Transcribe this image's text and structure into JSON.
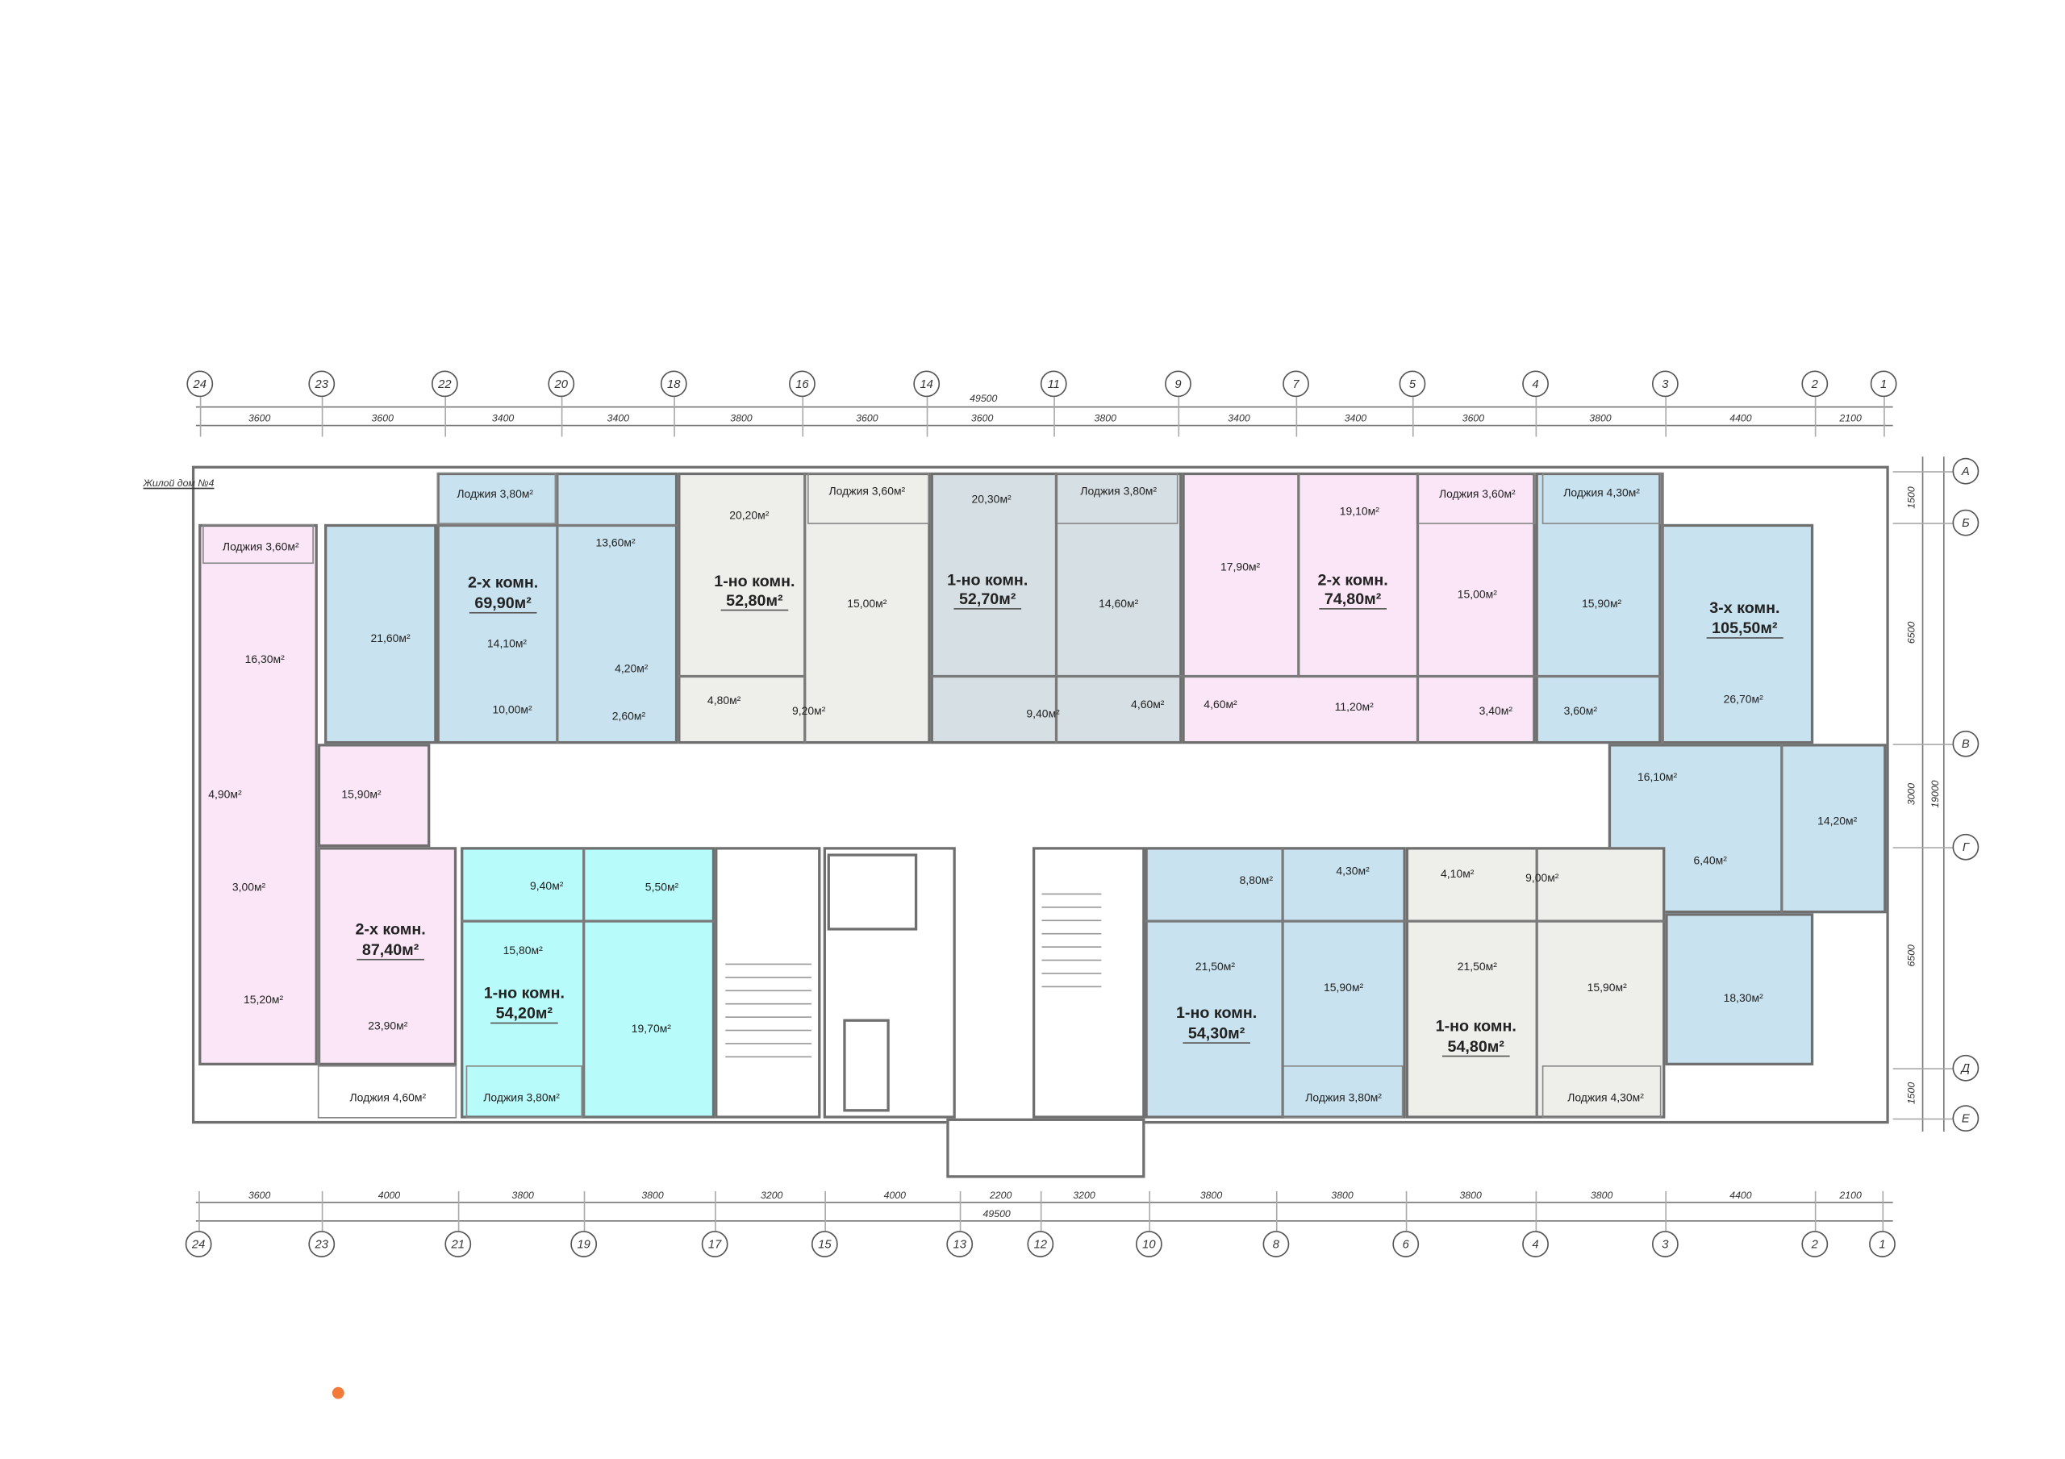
{
  "neighbor_label": "Жилой дом №4",
  "colors": {
    "pink": "#fbe6f8",
    "blue": "#c8e2ef",
    "cream": "#eeeeea",
    "gray": "#d6dfe3",
    "cyan": "#b8fbfb",
    "accent_dot": "#f47a3a"
  },
  "axes_top": [
    "24",
    "23",
    "22",
    "20",
    "18",
    "16",
    "14",
    "11",
    "9",
    "7",
    "5",
    "4",
    "3",
    "2",
    "1"
  ],
  "dims_top": [
    "3600",
    "3600",
    "3400",
    "3400",
    "3800",
    "3600",
    "3600",
    "3800",
    "3400",
    "3400",
    "3600",
    "3800",
    "4400",
    "2100"
  ],
  "total_top": "49500",
  "axes_bottom": [
    "24",
    "23",
    "21",
    "19",
    "17",
    "15",
    "13",
    "12",
    "10",
    "8",
    "6",
    "4",
    "3",
    "2",
    "1"
  ],
  "dims_bottom": [
    "3600",
    "4000",
    "3800",
    "3800",
    "3200",
    "4000",
    "2200",
    "3200",
    "3800",
    "3800",
    "3800",
    "3800",
    "4400",
    "2100"
  ],
  "total_bottom": "49500",
  "axes_right": [
    "А",
    "Б",
    "В",
    "Г",
    "Д",
    "Е"
  ],
  "dims_right": [
    "1500",
    "6500",
    "3000",
    "6500",
    "1500"
  ],
  "total_right": "19000",
  "apartments": [
    {
      "title": "2-х комн.",
      "area": "87,40м²",
      "rooms": [
        "16,30м²",
        "4,90м²",
        "15,90м²",
        "3,00м²",
        "15,20м²",
        "23,90м²"
      ],
      "loggias": [
        "Лоджия 3,60м²",
        "Лоджия 4,60м²"
      ]
    },
    {
      "title": "2-х комн.",
      "area": "69,90м²",
      "rooms": [
        "21,60м²",
        "14,10м²",
        "13,60м²",
        "4,20м²",
        "10,00м²",
        "2,60м²"
      ],
      "loggias": [
        "Лоджия 3,80м²"
      ]
    },
    {
      "title": "1-но комн.",
      "area": "52,80м²",
      "rooms": [
        "20,20м²",
        "15,00м²",
        "4,80м²",
        "9,20м²"
      ],
      "loggias": [
        "Лоджия 3,60м²"
      ]
    },
    {
      "title": "1-но комн.",
      "area": "52,70м²",
      "rooms": [
        "20,30м²",
        "14,60м²",
        "9,40м²",
        "4,60м²"
      ],
      "loggias": [
        "Лоджия 3,80м²"
      ]
    },
    {
      "title": "2-х комн.",
      "area": "74,80м²",
      "rooms": [
        "17,90м²",
        "19,10м²",
        "15,00м²",
        "4,60м²",
        "11,20м²",
        "3,40м²"
      ],
      "loggias": [
        "Лоджия 3,60м²"
      ]
    },
    {
      "title": "3-х комн.",
      "area": "105,50м²",
      "rooms": [
        "15,90м²",
        "3,60м²",
        "26,70м²",
        "16,10м²",
        "14,20м²",
        "6,40м²",
        "18,30м²"
      ],
      "loggias": [
        "Лоджия 4,30м²"
      ]
    },
    {
      "title": "1-но комн.",
      "area": "54,20м²",
      "rooms": [
        "9,40м²",
        "5,50м²",
        "15,80м²",
        "19,70м²"
      ],
      "loggias": [
        "Лоджия 3,80м²"
      ]
    },
    {
      "title": "1-но комн.",
      "area": "54,30м²",
      "rooms": [
        "8,80м²",
        "4,30м²",
        "21,50м²",
        "15,90м²"
      ],
      "loggias": [
        "Лоджия 3,80м²"
      ]
    },
    {
      "title": "1-но комн.",
      "area": "54,80м²",
      "rooms": [
        "4,10м²",
        "9,00м²",
        "21,50м²",
        "15,90м²"
      ],
      "loggias": [
        "Лоджия 4,30м²"
      ]
    }
  ]
}
